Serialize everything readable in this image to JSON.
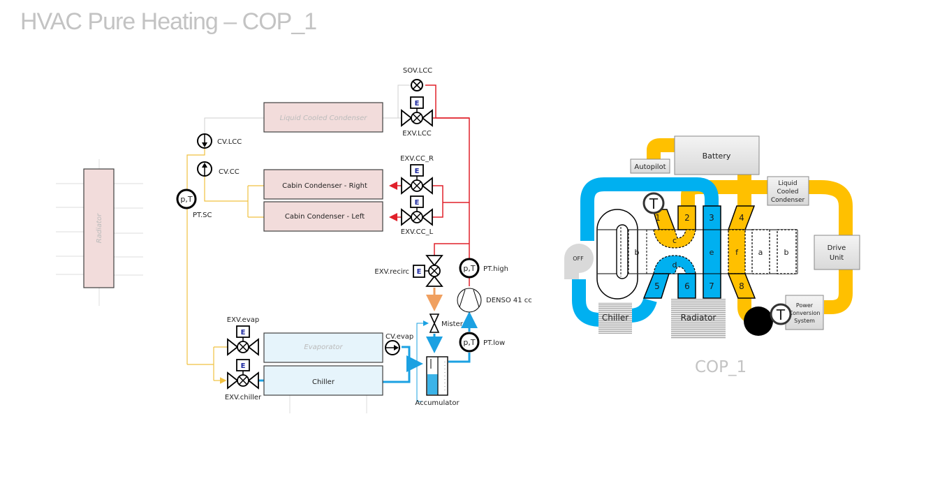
{
  "title": "HVAC Pure Heating – COP_1",
  "caption": "COP_1",
  "colors": {
    "refrigerant_hot": "#e0202a",
    "refrigerant_liquid": "#f0c040",
    "refrigerant_cold": "#1ba1e2",
    "recirc": "#f0a060",
    "condenser_fill": "#f2dcdb",
    "evaporator_fill": "#e6f4fb",
    "coolant_hot": "#ffc000",
    "coolant_cold": "#00b0f0"
  },
  "refrigerant_circuit": {
    "radiator": "Radiator",
    "liquid_cooled_condenser": "Liquid Cooled Condenser",
    "cabin_condenser_right": "Cabin Condenser - Right",
    "cabin_condenser_left": "Cabin Condenser - Left",
    "evaporator": "Evaporator",
    "chiller": "Chiller",
    "accumulator": "Accumulator",
    "compressor": "DENSO 41 cc",
    "mister": "Mister",
    "valves": {
      "sov_lcc": "SOV.LCC",
      "exv_lcc": "EXV.LCC",
      "exv_cc_r": "EXV.CC_R",
      "exv_cc_l": "EXV.CC_L",
      "exv_recirc": "EXV.recirc",
      "exv_evap": "EXV.evap",
      "exv_chiller": "EXV.chiller",
      "actuator_letter": "E"
    },
    "check_valves": {
      "cv_lcc": "CV.LCC",
      "cv_cc": "CV.CC",
      "cv_evap": "CV.evap"
    },
    "sensors": {
      "symbol": "p,T",
      "pt_sc": "PT.SC",
      "pt_high": "PT.high",
      "pt_low": "PT.low"
    }
  },
  "coolant_circuit": {
    "battery": "Battery",
    "autopilot": "Autopilot",
    "liquid_cooled_condenser": [
      "Liquid",
      "Cooled",
      "Condenser"
    ],
    "drive_unit": [
      "Drive",
      "Unit"
    ],
    "power_conversion_system": [
      "Power",
      "Conversion",
      "System"
    ],
    "chiller": "Chiller",
    "radiator": "Radiator",
    "pump_state": "OFF",
    "temp_sensor": "T",
    "ports": [
      "1",
      "2",
      "3",
      "4",
      "5",
      "6",
      "7",
      "8"
    ],
    "chambers": [
      "b",
      "c",
      "d",
      "e",
      "f",
      "a",
      "b"
    ]
  }
}
